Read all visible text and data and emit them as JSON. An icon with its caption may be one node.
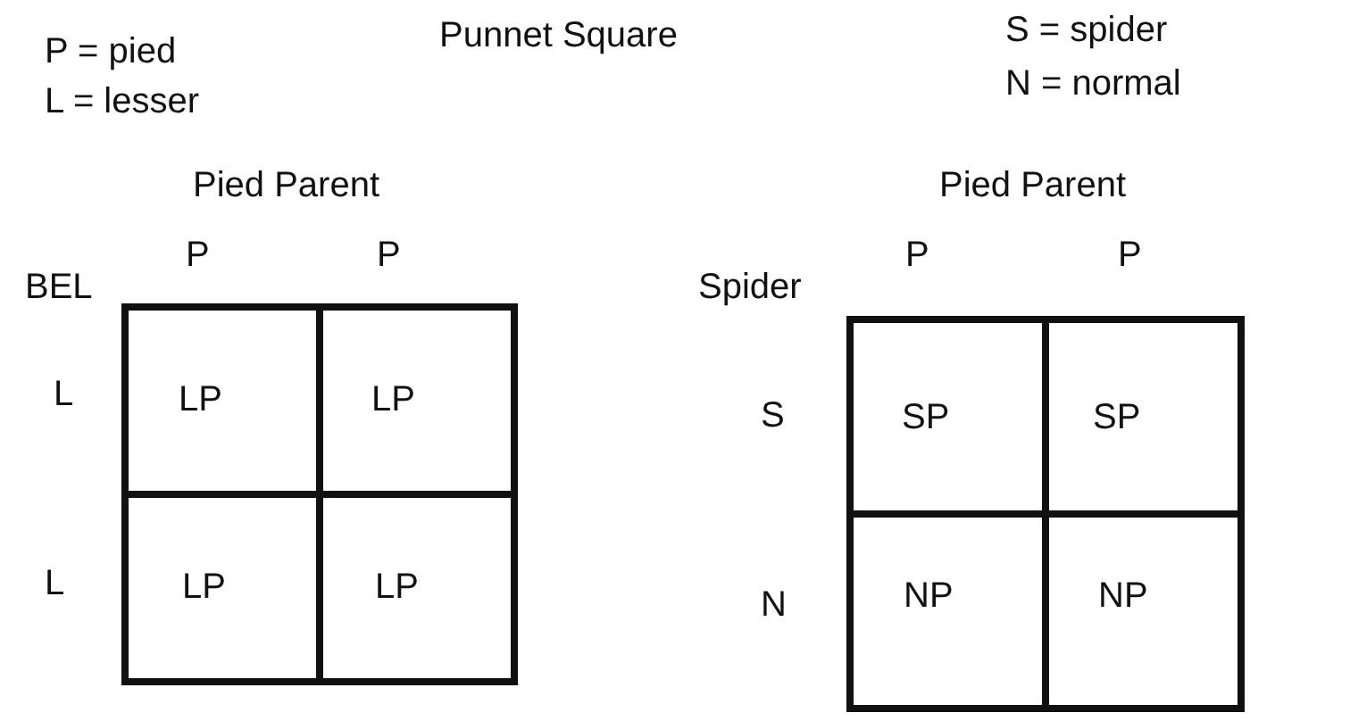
{
  "diagram": {
    "title": "Punnet Square",
    "labels": [
      "P = pied",
      "L = lesser",
      "S = spider",
      "N = normal",
      "Pied Parent",
      "P",
      "P",
      "BEL",
      "L",
      "LP",
      "LP",
      "L",
      "LP",
      "LP",
      "Pied Parent",
      "P",
      "P",
      "Spider",
      "S",
      "SP",
      "SP",
      "N",
      "NP",
      "NP"
    ]
  }
}
